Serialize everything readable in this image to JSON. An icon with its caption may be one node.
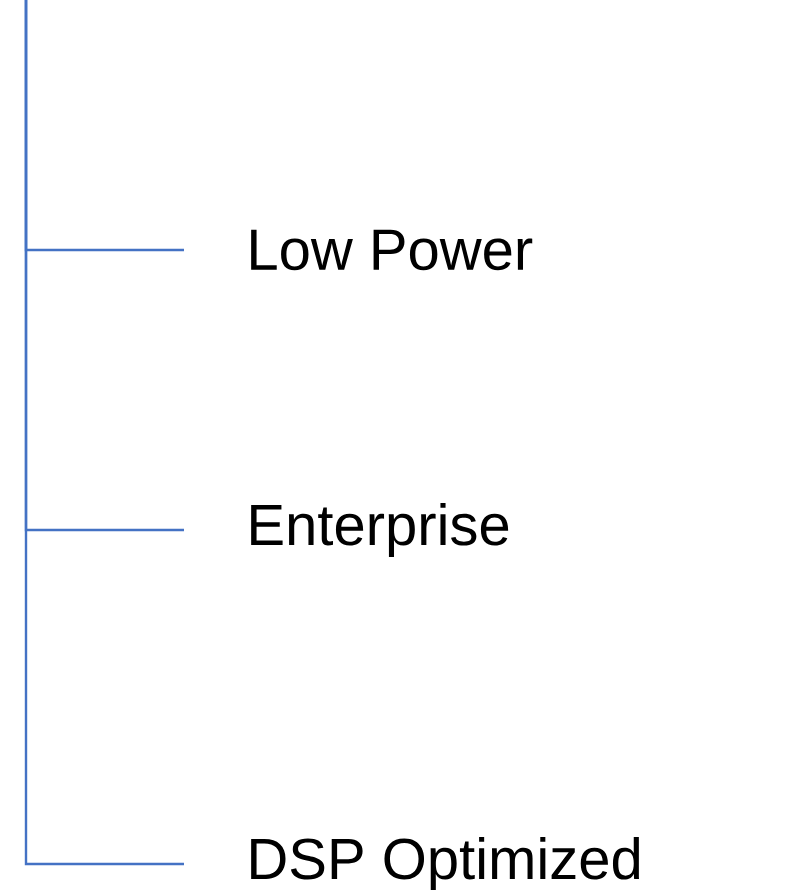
{
  "diagram": {
    "nodes": [
      {
        "text": [
          "Low Power"
        ]
      },
      {
        "text": [
          "Enterprise"
        ]
      },
      {
        "text": [
          "DSP Optimized"
        ]
      }
    ],
    "edges": [
      {
        "from": null,
        "to": 0,
        "arrow": "none"
      },
      {
        "from": null,
        "to": 1,
        "arrow": "none"
      },
      {
        "from": null,
        "to": 2,
        "arrow": "none"
      }
    ]
  }
}
